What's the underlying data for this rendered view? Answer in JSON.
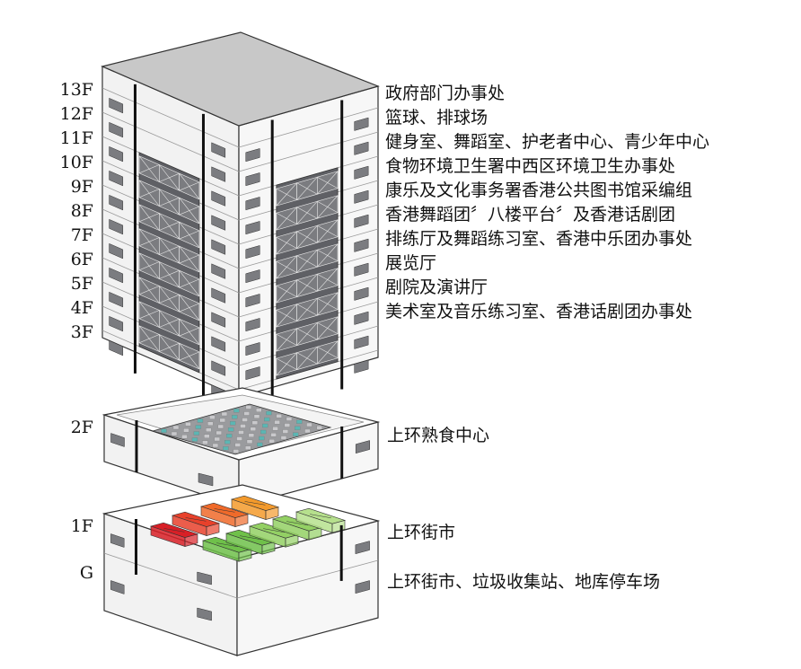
{
  "floors": [
    {
      "floor": "13F",
      "use": "政府部门办事处"
    },
    {
      "floor": "12F",
      "use": "篮球、排球场"
    },
    {
      "floor": "11F",
      "use": "健身室、舞蹈室、护老者中心、青少年中心"
    },
    {
      "floor": "10F",
      "use": "食物环境卫生署中西区环境卫生办事处"
    },
    {
      "floor": "9F",
      "use": "康乐及文化事务署香港公共图书馆采编组"
    },
    {
      "floor": "8F",
      "use": "香港舞蹈团〞八楼平台〞及香港话剧团"
    },
    {
      "floor": "7F",
      "use": "排练厅及舞蹈练习室、香港中乐团办事处"
    },
    {
      "floor": "6F",
      "use": "展览厅"
    },
    {
      "floor": "5F",
      "use": "剧院及演讲厅"
    },
    {
      "floor": "4F",
      "use": "美术室及音乐练习室、香港话剧团办事处"
    },
    {
      "floor": "3F",
      "use": ""
    }
  ],
  "lower": [
    {
      "floor": "2F",
      "use": "上环熟食中心"
    },
    {
      "floor": "1F",
      "use": "上环街市"
    },
    {
      "floor": "G",
      "use": "上环街市、垃圾收集站、地库停车场"
    }
  ],
  "colors": {
    "stroke": "#333333",
    "roof": "#c8c8c8",
    "left_face": "#f2f2f2",
    "right_face": "#f7f7f7",
    "curtain_wall": "#5f6065",
    "window": "#7b7c80",
    "hawker_tile": "#5bb6b3",
    "market_red": [
      "#d81f26",
      "#e8412b",
      "#f06a2a"
    ],
    "market_orange": "#f39a2c",
    "market_green": [
      "#6fc04a",
      "#93d064",
      "#b6e08d"
    ]
  }
}
